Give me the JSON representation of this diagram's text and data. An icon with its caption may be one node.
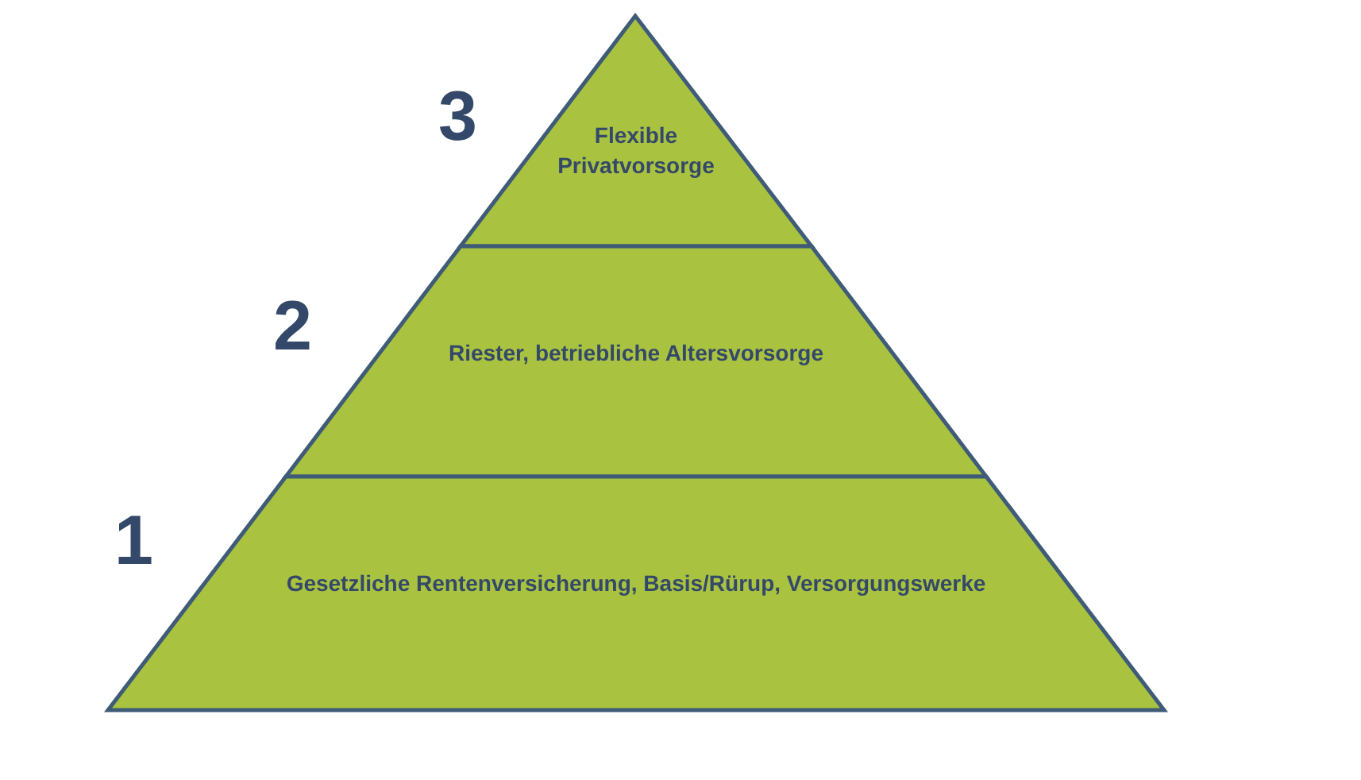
{
  "diagram": {
    "nodes": [
      {
        "text": [
          "Flexible Privatvorsorge"
        ],
        "beside": [
          "3"
        ]
      },
      {
        "text": [
          "Riester, betriebliche Altersvorsorge"
        ],
        "beside": [
          "2"
        ]
      },
      {
        "text": [
          "Gesetzliche Rentenversicherung, Basis/Rürup, Versorgungswerke"
        ],
        "beside": [
          "1"
        ]
      }
    ]
  }
}
